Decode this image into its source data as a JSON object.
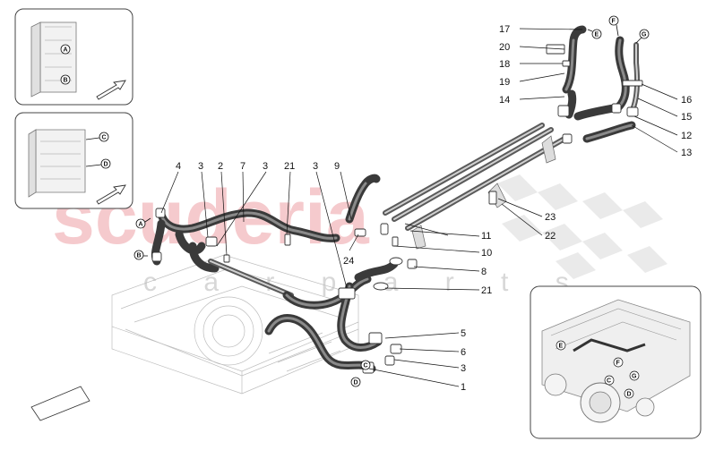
{
  "watermark": {
    "brand": "scuderia",
    "sub": "c a r p a r t s"
  },
  "connectors": [
    "A",
    "B",
    "C",
    "D",
    "E",
    "F",
    "G"
  ],
  "callouts": {
    "n1": "1",
    "n2": "2",
    "n3a": "3",
    "n3b": "3",
    "n3c": "3",
    "n3d": "3",
    "n4": "4",
    "n5": "5",
    "n6": "6",
    "n7": "7",
    "n8": "8",
    "n9": "9",
    "n10": "10",
    "n11": "11",
    "n12": "12",
    "n13": "13",
    "n14": "14",
    "n15": "15",
    "n16": "16",
    "n17": "17",
    "n18": "18",
    "n19": "19",
    "n20": "20",
    "n21a": "21",
    "n21b": "21",
    "n22": "22",
    "n23": "23",
    "n24": "24"
  },
  "colors": {
    "watermark": "#f2b9bd",
    "hose": "#3a3a3a",
    "outline": "#444444"
  }
}
